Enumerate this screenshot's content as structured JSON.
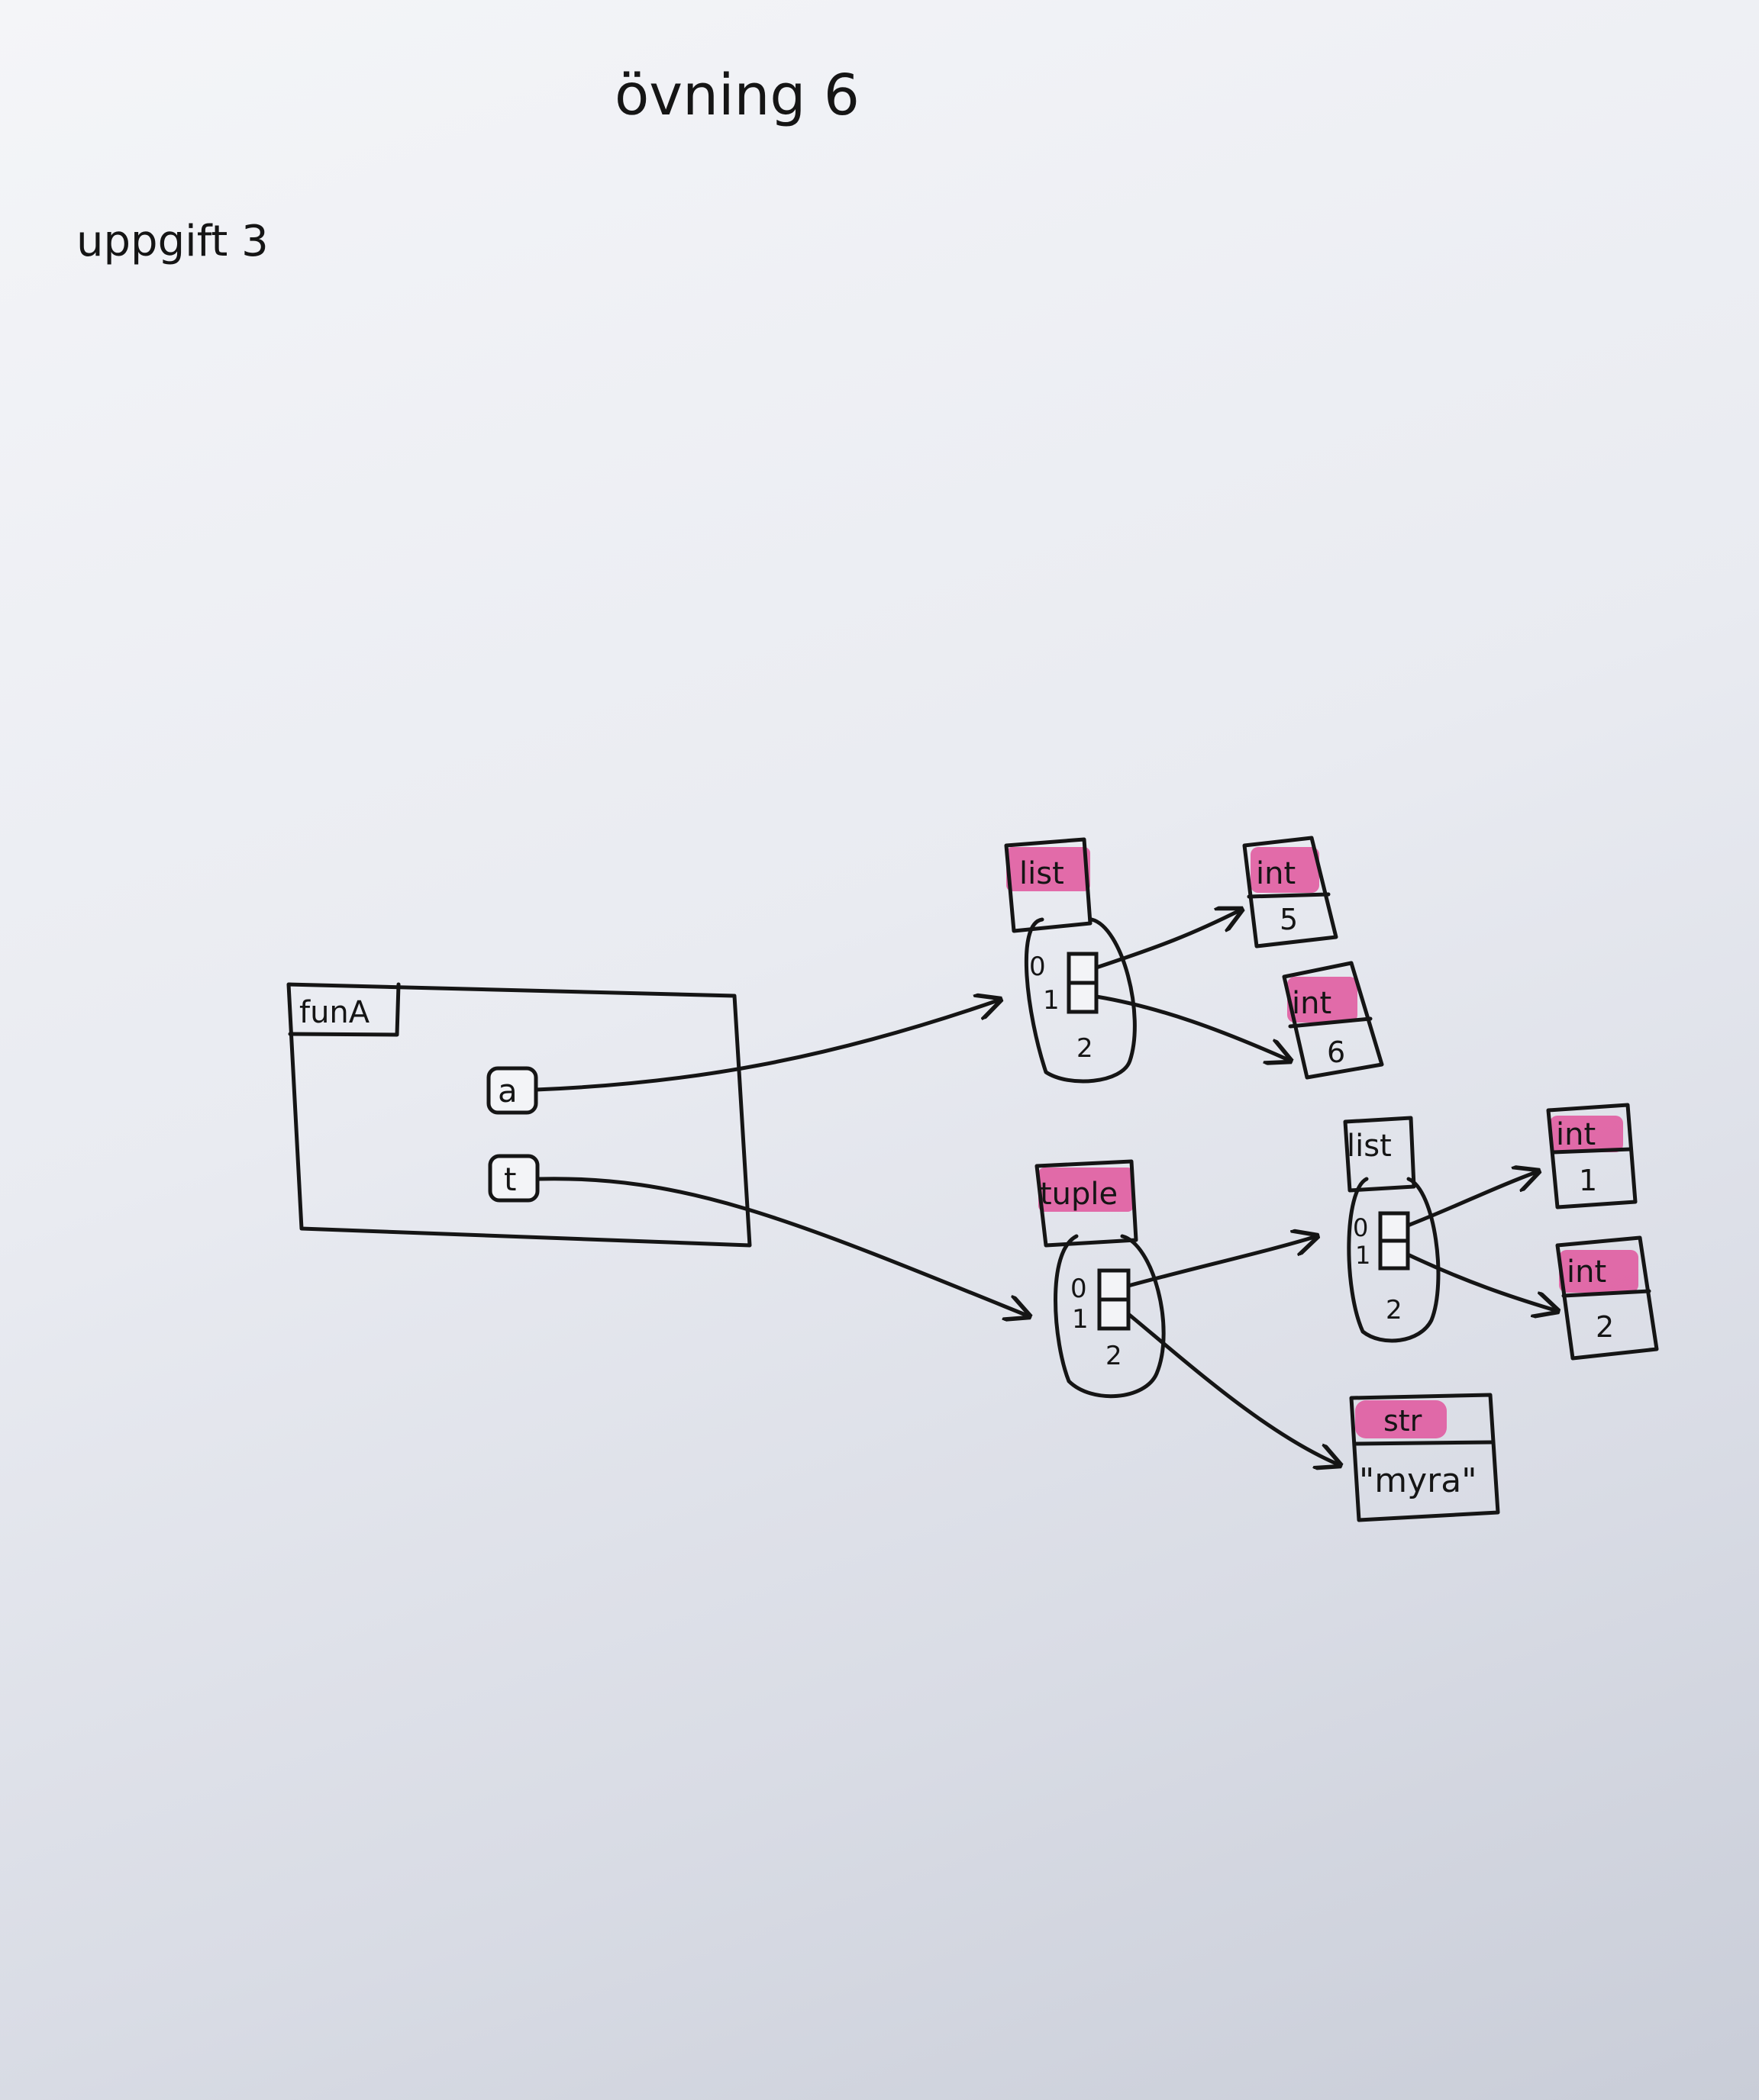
{
  "page": {
    "title": "övning 6",
    "subtitle": "uppgift 3",
    "accent_color": "#e0559c",
    "ink_color": "#151515"
  },
  "frame": {
    "name": "funA",
    "variables": [
      "a",
      "t"
    ]
  },
  "objects": {
    "list_a": {
      "type": "list",
      "indices": [
        "0",
        "1",
        "2"
      ]
    },
    "int_5": {
      "type": "int",
      "value": "5"
    },
    "int_6": {
      "type": "int",
      "value": "6"
    },
    "tuple_t": {
      "type": "tuple",
      "indices": [
        "0",
        "1",
        "2"
      ]
    },
    "list_inner": {
      "type": "list",
      "indices": [
        "0",
        "1",
        "2"
      ]
    },
    "int_1": {
      "type": "int",
      "value": "1"
    },
    "int_2": {
      "type": "int",
      "value": "2"
    },
    "str_myra": {
      "type": "str",
      "value": "\"myra\""
    }
  }
}
